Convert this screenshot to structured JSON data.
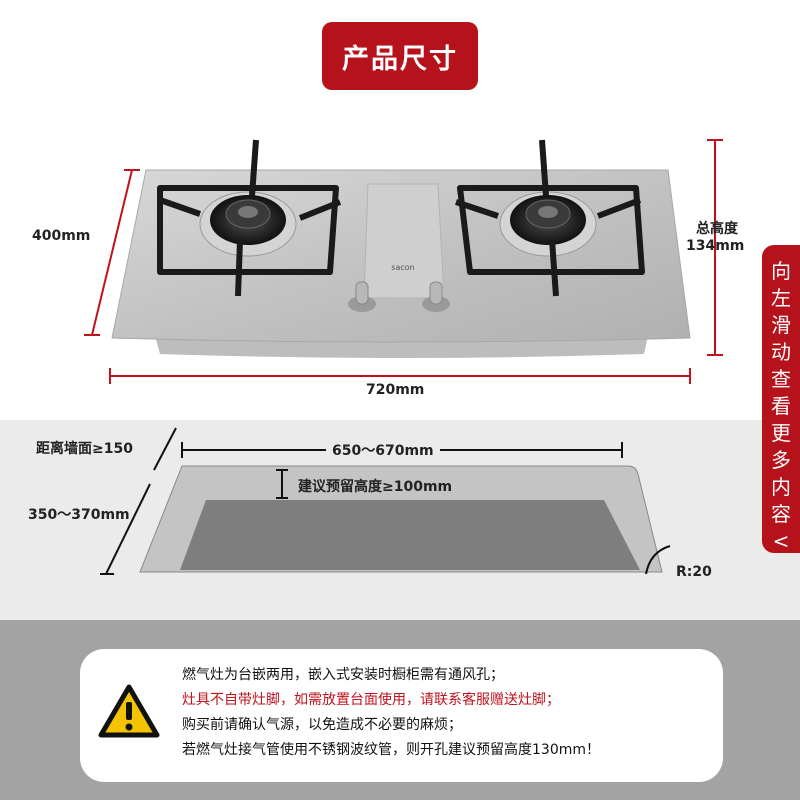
{
  "header": {
    "title": "产品尺寸"
  },
  "dimensions": {
    "depth": "400mm",
    "total_height_label": "总高度",
    "total_height_value": "134mm",
    "width": "720mm",
    "wall_distance": "距离墙面≥150",
    "cutout_width": "650～670mm",
    "cutout_depth": "350～370mm",
    "reserve_height": "建议预留高度≥100mm",
    "radius": "R:20"
  },
  "brand": "sacon",
  "side_tab": {
    "chars": [
      "向",
      "左",
      "滑",
      "动",
      "查",
      "看",
      "更",
      "多",
      "内",
      "容",
      "<"
    ]
  },
  "notice": {
    "line1": "燃气灶为台嵌两用，嵌入式安装时橱柜需有通风孔；",
    "line2": "灶具不自带灶脚，如需放置台面使用，请联系客服赠送灶脚；",
    "line3": "购买前请确认气源，以免造成不必要的麻烦；",
    "line4": "若燃气灶接气管使用不锈钢波纹管，则开孔建议预留高度130mm！"
  },
  "colors": {
    "accent": "#b5121b",
    "dimension_line": "#c0121c"
  }
}
